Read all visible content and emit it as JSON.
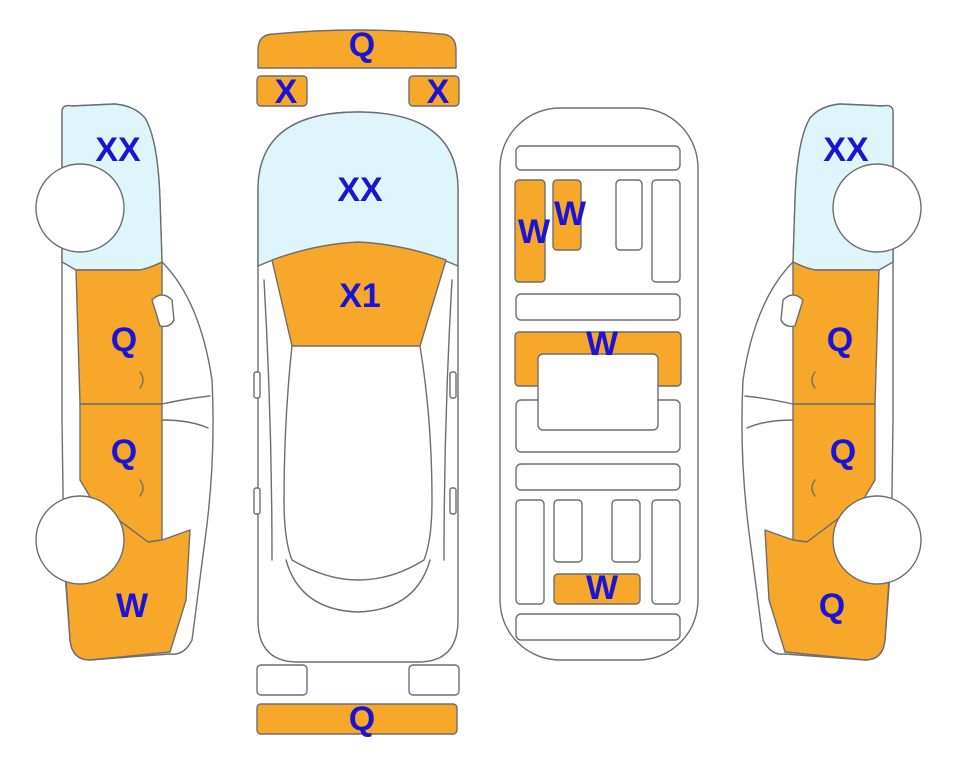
{
  "colors": {
    "damage_panel": "#f7a82a",
    "glass": "#dff5fc",
    "outline": "#6e6e6e",
    "label": "#1a14d6",
    "background": "#ffffff"
  },
  "labels": {
    "front_bumper": "Q",
    "front_left_light": "X",
    "front_right_light": "X",
    "windshield": "XX",
    "hood": "X1",
    "left_windows": "XX",
    "left_front_door": "Q",
    "left_rear_door": "Q",
    "left_rear_quarter": "W",
    "right_windows": "XX",
    "right_front_door": "Q",
    "right_rear_door": "Q",
    "right_rear_quarter": "Q",
    "floor_front_left_large": "W",
    "floor_front_left_small": "W",
    "floor_middle": "W",
    "floor_rear": "W",
    "rear_bumper": "Q"
  }
}
